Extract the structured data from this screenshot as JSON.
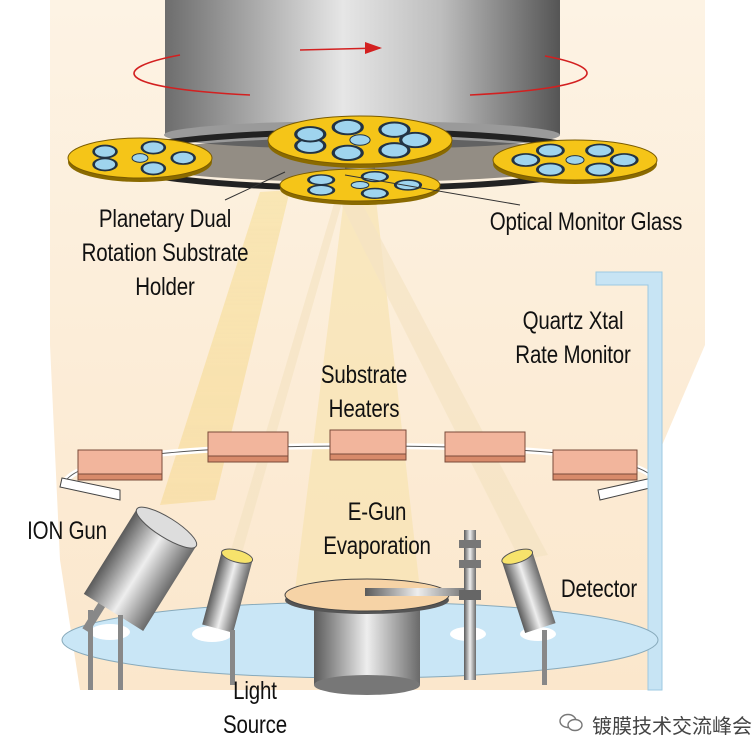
{
  "labels": {
    "planetary_holder": "Planetary Dual\nRotation Substrate\nHolder",
    "optical_monitor": "Optical Monitor Glass",
    "quartz_monitor": "Quartz Xtal\nRate Monitor",
    "substrate_heaters": "Substrate\nHeaters",
    "egun": "E-Gun\nEvaporation",
    "ion_gun": "ION Gun",
    "light_source": "Light\nSource",
    "detector": "Detector"
  },
  "watermark": "镀膜技术交流峰会",
  "colors": {
    "chamber_fill": "#fdf0dd",
    "planet_gold": "#f5c518",
    "lens_blue": "#9fd4ee",
    "heater": "#f2b59c",
    "base_ring": "#c9e6f6",
    "rotation_arrow": "#d32020",
    "beam": "#f6d78a"
  },
  "icons": [
    "wechat-watermark-icon"
  ]
}
